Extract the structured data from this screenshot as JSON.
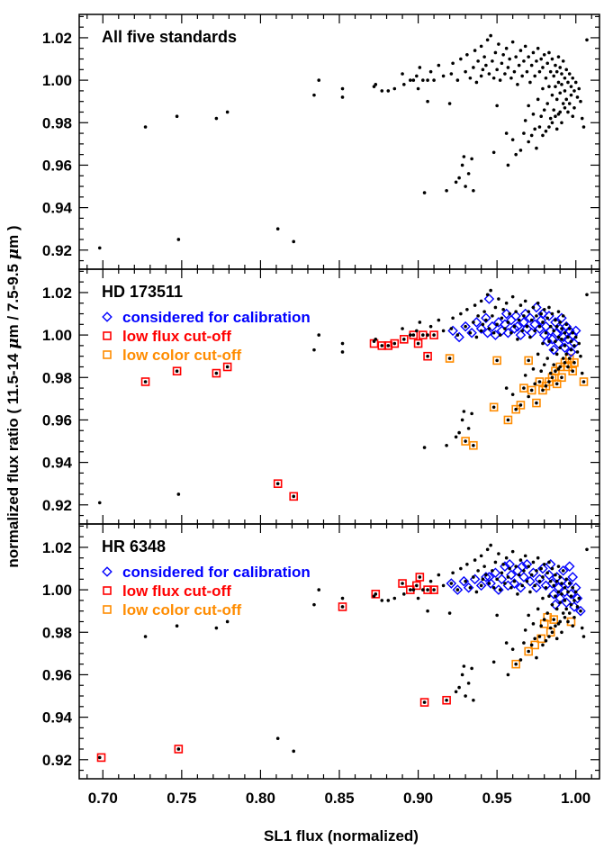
{
  "chart_data": {
    "type": "scatter",
    "x_label": "SL1 flux (normalized)",
    "y_label_parts": [
      "normalized flux ratio ( 11.5-14 ",
      "μ",
      "m / 7.5-9.5 ",
      "μ",
      "m )"
    ],
    "xlim": [
      0.685,
      1.015
    ],
    "ylim": [
      0.911,
      1.031
    ],
    "x_ticks": [
      "0.70",
      "0.75",
      "0.80",
      "0.85",
      "0.90",
      "0.95",
      "1.00"
    ],
    "y_ticks": [
      "0.92",
      "0.94",
      "0.96",
      "0.98",
      "1.00",
      "1.02"
    ],
    "colors": {
      "all": "#000000",
      "considered": "#0000ff",
      "low_flux": "#ff0000",
      "low_color": "#ff8c00"
    },
    "panels": [
      {
        "title": "All five standards",
        "legend": [],
        "considered": [],
        "low_flux": [],
        "low_color": []
      },
      {
        "title": "HD 173511",
        "legend": [
          {
            "marker": "diamond",
            "color_key": "considered",
            "label": "considered for calibration"
          },
          {
            "marker": "square",
            "color_key": "low_flux",
            "label": "low flux cut-off"
          },
          {
            "marker": "square",
            "color_key": "low_color",
            "label": "low color cut-off"
          }
        ],
        "low_flux": [
          [
            0.727,
            0.978
          ],
          [
            0.747,
            0.983
          ],
          [
            0.772,
            0.982
          ],
          [
            0.779,
            0.985
          ],
          [
            0.811,
            0.93
          ],
          [
            0.821,
            0.924
          ],
          [
            0.872,
            0.996
          ],
          [
            0.877,
            0.995
          ],
          [
            0.881,
            0.995
          ],
          [
            0.885,
            0.996
          ],
          [
            0.891,
            0.998
          ],
          [
            0.897,
            1.0
          ],
          [
            0.9,
            0.996
          ],
          [
            0.903,
            1.0
          ],
          [
            0.906,
            0.99
          ],
          [
            0.91,
            1.0
          ]
        ],
        "low_color": [
          [
            0.92,
            0.989
          ],
          [
            0.93,
            0.95
          ],
          [
            0.935,
            0.948
          ],
          [
            0.948,
            0.966
          ],
          [
            0.95,
            0.988
          ],
          [
            0.957,
            0.96
          ],
          [
            0.962,
            0.965
          ],
          [
            0.965,
            0.967
          ],
          [
            0.967,
            0.975
          ],
          [
            0.97,
            0.988
          ],
          [
            0.972,
            0.974
          ],
          [
            0.975,
            0.968
          ],
          [
            0.977,
            0.978
          ],
          [
            0.979,
            0.974
          ],
          [
            0.981,
            0.976
          ],
          [
            0.983,
            0.978
          ],
          [
            0.985,
            0.98
          ],
          [
            0.987,
            0.983
          ],
          [
            0.988,
            0.977
          ],
          [
            0.99,
            0.985
          ],
          [
            0.991,
            0.98
          ],
          [
            0.993,
            0.987
          ],
          [
            0.995,
            0.985
          ],
          [
            0.996,
            0.989
          ],
          [
            0.998,
            0.983
          ],
          [
            0.999,
            0.987
          ],
          [
            1.005,
            0.978
          ]
        ],
        "considered": [
          [
            0.922,
            1.002
          ],
          [
            0.926,
            0.999
          ],
          [
            0.93,
            1.004
          ],
          [
            0.934,
            1.001
          ],
          [
            0.937,
            1.006
          ],
          [
            0.94,
            1.003
          ],
          [
            0.943,
            1.008
          ],
          [
            0.945,
            1.017
          ],
          [
            0.947,
            1.004
          ],
          [
            0.949,
            1.0
          ],
          [
            0.951,
            1.006
          ],
          [
            0.953,
            1.002
          ],
          [
            0.955,
            1.005
          ],
          [
            0.957,
            1.001
          ],
          [
            0.959,
            1.007
          ],
          [
            0.961,
            1.003
          ],
          [
            0.963,
            1.004
          ],
          [
            0.965,
            1.0
          ],
          [
            0.967,
            1.006
          ],
          [
            0.969,
            1.003
          ],
          [
            0.971,
            1.008
          ],
          [
            0.972,
            1.001
          ],
          [
            0.974,
            1.005
          ],
          [
            0.975,
            1.013
          ],
          [
            0.977,
            1.003
          ],
          [
            0.978,
            1.007
          ],
          [
            0.98,
            1.0
          ],
          [
            0.981,
            1.004
          ],
          [
            0.983,
            1.009
          ],
          [
            0.984,
            1.002
          ],
          [
            0.985,
            0.998
          ],
          [
            0.987,
            1.006
          ],
          [
            0.988,
            1.001
          ],
          [
            0.989,
            0.996
          ],
          [
            0.99,
            1.003
          ],
          [
            0.991,
            1.008
          ],
          [
            0.992,
            0.999
          ],
          [
            0.993,
            0.994
          ],
          [
            0.994,
            1.004
          ],
          [
            0.995,
            0.998
          ],
          [
            0.996,
            1.002
          ],
          [
            0.997,
            0.992
          ],
          [
            0.998,
            1.0
          ],
          [
            0.999,
            0.996
          ],
          [
            1.0,
            1.002
          ],
          [
            0.986,
            0.993
          ],
          [
            0.982,
            0.997
          ],
          [
            0.979,
            1.01
          ],
          [
            0.968,
            1.01
          ],
          [
            0.962,
            1.009
          ],
          [
            0.956,
            1.01
          ],
          [
            0.944,
            1.001
          ]
        ]
      },
      {
        "title": "HR 6348",
        "legend": [
          {
            "marker": "diamond",
            "color_key": "considered",
            "label": "considered for calibration"
          },
          {
            "marker": "square",
            "color_key": "low_flux",
            "label": "low flux cut-off"
          },
          {
            "marker": "square",
            "color_key": "low_color",
            "label": "low color cut-off"
          }
        ],
        "low_flux": [
          [
            0.699,
            0.921
          ],
          [
            0.748,
            0.925
          ],
          [
            0.852,
            0.992
          ],
          [
            0.873,
            0.998
          ],
          [
            0.89,
            1.003
          ],
          [
            0.895,
            1.0
          ],
          [
            0.899,
            1.002
          ],
          [
            0.901,
            1.006
          ],
          [
            0.904,
            0.947
          ],
          [
            0.906,
            1.0
          ],
          [
            0.91,
            1.0
          ],
          [
            0.918,
            0.948
          ]
        ],
        "low_color": [
          [
            0.962,
            0.965
          ],
          [
            0.97,
            0.971
          ],
          [
            0.974,
            0.974
          ],
          [
            0.978,
            0.977
          ],
          [
            0.98,
            0.984
          ],
          [
            0.982,
            0.987
          ],
          [
            0.984,
            0.98
          ],
          [
            0.986,
            0.986
          ],
          [
            0.997,
            0.985
          ]
        ],
        "considered": [
          [
            0.921,
            1.003
          ],
          [
            0.925,
            1.0
          ],
          [
            0.929,
            1.004
          ],
          [
            0.932,
            1.001
          ],
          [
            0.936,
            1.005
          ],
          [
            0.94,
            1.002
          ],
          [
            0.943,
            1.006
          ],
          [
            0.946,
            1.003
          ],
          [
            0.949,
            1.008
          ],
          [
            0.951,
            1.0
          ],
          [
            0.953,
            1.005
          ],
          [
            0.955,
            1.011
          ],
          [
            0.957,
            1.002
          ],
          [
            0.959,
            1.007
          ],
          [
            0.961,
            1.003
          ],
          [
            0.963,
            1.009
          ],
          [
            0.965,
            1.001
          ],
          [
            0.967,
            1.006
          ],
          [
            0.969,
            1.012
          ],
          [
            0.971,
            1.004
          ],
          [
            0.973,
            1.008
          ],
          [
            0.975,
            1.001
          ],
          [
            0.977,
            1.005
          ],
          [
            0.979,
            1.01
          ],
          [
            0.981,
            1.002
          ],
          [
            0.983,
            1.007
          ],
          [
            0.985,
            1.003
          ],
          [
            0.986,
            0.998
          ],
          [
            0.988,
            1.006
          ],
          [
            0.989,
            1.001
          ],
          [
            0.99,
            0.996
          ],
          [
            0.991,
            1.004
          ],
          [
            0.992,
            1.009
          ],
          [
            0.993,
            0.999
          ],
          [
            0.994,
            0.994
          ],
          [
            0.995,
            1.003
          ],
          [
            0.996,
            1.011
          ],
          [
            0.997,
            0.998
          ],
          [
            0.998,
            1.006
          ],
          [
            0.999,
            0.992
          ],
          [
            1.0,
            1.001
          ],
          [
            1.001,
            0.996
          ],
          [
            1.003,
            0.99
          ],
          [
            0.987,
            0.993
          ],
          [
            0.984,
            1.012
          ],
          [
            0.966,
            1.011
          ],
          [
            0.958,
            1.012
          ],
          [
            0.945,
            1.006
          ]
        ]
      }
    ],
    "all_points": [
      [
        0.698,
        0.921
      ],
      [
        0.727,
        0.978
      ],
      [
        0.747,
        0.983
      ],
      [
        0.748,
        0.925
      ],
      [
        0.772,
        0.982
      ],
      [
        0.779,
        0.985
      ],
      [
        0.811,
        0.93
      ],
      [
        0.821,
        0.924
      ],
      [
        0.834,
        0.993
      ],
      [
        0.837,
        1.0
      ],
      [
        0.852,
        0.996
      ],
      [
        0.852,
        0.992
      ],
      [
        0.872,
        0.997
      ],
      [
        0.873,
        0.998
      ],
      [
        0.877,
        0.995
      ],
      [
        0.881,
        0.995
      ],
      [
        0.885,
        0.996
      ],
      [
        0.89,
        1.003
      ],
      [
        0.891,
        0.998
      ],
      [
        0.895,
        1.0
      ],
      [
        0.897,
        1.0
      ],
      [
        0.899,
        1.002
      ],
      [
        0.9,
        0.996
      ],
      [
        0.901,
        1.006
      ],
      [
        0.903,
        1.0
      ],
      [
        0.904,
        0.947
      ],
      [
        0.906,
        0.99
      ],
      [
        0.906,
        1.0
      ],
      [
        0.908,
        1.004
      ],
      [
        0.91,
        1.0
      ],
      [
        0.913,
        1.007
      ],
      [
        0.916,
        1.002
      ],
      [
        0.918,
        0.948
      ],
      [
        0.92,
        0.989
      ],
      [
        0.921,
        1.003
      ],
      [
        0.922,
        1.008
      ],
      [
        0.924,
        0.952
      ],
      [
        0.925,
        1.0
      ],
      [
        0.926,
        0.954
      ],
      [
        0.927,
        1.01
      ],
      [
        0.928,
        0.96
      ],
      [
        0.929,
        0.964
      ],
      [
        0.93,
        0.95
      ],
      [
        0.93,
        1.004
      ],
      [
        0.931,
        1.012
      ],
      [
        0.932,
        0.956
      ],
      [
        0.933,
        1.001
      ],
      [
        0.934,
        0.963
      ],
      [
        0.935,
        0.948
      ],
      [
        0.935,
        1.006
      ],
      [
        0.936,
        1.014
      ],
      [
        0.937,
        0.999
      ],
      [
        0.938,
        1.009
      ],
      [
        0.94,
        1.002
      ],
      [
        0.94,
        1.016
      ],
      [
        0.941,
        1.005
      ],
      [
        0.942,
        1.011
      ],
      [
        0.943,
        1.007
      ],
      [
        0.944,
        1.019
      ],
      [
        0.945,
        1.003
      ],
      [
        0.946,
        1.021
      ],
      [
        0.947,
        1.009
      ],
      [
        0.948,
        0.966
      ],
      [
        0.948,
        1.001
      ],
      [
        0.949,
        1.013
      ],
      [
        0.95,
        0.988
      ],
      [
        0.95,
        1.005
      ],
      [
        0.951,
        1.017
      ],
      [
        0.952,
        1.0
      ],
      [
        0.953,
        1.008
      ],
      [
        0.954,
        1.012
      ],
      [
        0.955,
        1.003
      ],
      [
        0.956,
        0.975
      ],
      [
        0.956,
        1.015
      ],
      [
        0.957,
        0.96
      ],
      [
        0.957,
        1.006
      ],
      [
        0.958,
        1.01
      ],
      [
        0.959,
        1.001
      ],
      [
        0.96,
        0.972
      ],
      [
        0.96,
        1.018
      ],
      [
        0.961,
        1.004
      ],
      [
        0.962,
        0.965
      ],
      [
        0.962,
        1.011
      ],
      [
        0.963,
        0.998
      ],
      [
        0.964,
        1.007
      ],
      [
        0.965,
        0.967
      ],
      [
        0.965,
        1.014
      ],
      [
        0.966,
        1.002
      ],
      [
        0.967,
        0.975
      ],
      [
        0.967,
        1.009
      ],
      [
        0.968,
        0.981
      ],
      [
        0.968,
        1.016
      ],
      [
        0.969,
        1.004
      ],
      [
        0.97,
        0.971
      ],
      [
        0.97,
        0.988
      ],
      [
        0.97,
        1.011
      ],
      [
        0.971,
        0.999
      ],
      [
        0.972,
        0.974
      ],
      [
        0.972,
        1.007
      ],
      [
        0.973,
        0.984
      ],
      [
        0.973,
        1.013
      ],
      [
        0.974,
        0.977
      ],
      [
        0.974,
        1.002
      ],
      [
        0.975,
        0.968
      ],
      [
        0.975,
        1.009
      ],
      [
        0.976,
        0.991
      ],
      [
        0.976,
        1.015
      ],
      [
        0.977,
        0.978
      ],
      [
        0.977,
        1.004
      ],
      [
        0.978,
        0.983
      ],
      [
        0.978,
        1.01
      ],
      [
        0.979,
        0.974
      ],
      [
        0.979,
        0.996
      ],
      [
        0.979,
        1.006
      ],
      [
        0.98,
        0.986
      ],
      [
        0.98,
        1.012
      ],
      [
        0.981,
        0.976
      ],
      [
        0.981,
        1.001
      ],
      [
        0.982,
        0.989
      ],
      [
        0.982,
        1.008
      ],
      [
        0.983,
        0.978
      ],
      [
        0.983,
        0.997
      ],
      [
        0.983,
        1.013
      ],
      [
        0.984,
        0.982
      ],
      [
        0.984,
        1.004
      ],
      [
        0.985,
        0.98
      ],
      [
        0.985,
        0.993
      ],
      [
        0.985,
        1.01
      ],
      [
        0.986,
        0.986
      ],
      [
        0.986,
        1.002
      ],
      [
        0.987,
        0.983
      ],
      [
        0.987,
        0.997
      ],
      [
        0.987,
        1.007
      ],
      [
        0.988,
        0.977
      ],
      [
        0.988,
        0.991
      ],
      [
        0.988,
        1.004
      ],
      [
        0.989,
        0.984
      ],
      [
        0.989,
        0.999
      ],
      [
        0.989,
        1.011
      ],
      [
        0.99,
        0.985
      ],
      [
        0.99,
        0.994
      ],
      [
        0.99,
        1.006
      ],
      [
        0.991,
        0.98
      ],
      [
        0.991,
        0.998
      ],
      [
        0.991,
        1.003
      ],
      [
        0.992,
        0.989
      ],
      [
        0.992,
        1.009
      ],
      [
        0.993,
        0.987
      ],
      [
        0.993,
        0.995
      ],
      [
        0.993,
        1.001
      ],
      [
        0.994,
        0.991
      ],
      [
        0.994,
        1.005
      ],
      [
        0.995,
        0.985
      ],
      [
        0.995,
        0.999
      ],
      [
        0.996,
        0.989
      ],
      [
        0.996,
        1.003
      ],
      [
        0.997,
        0.993
      ],
      [
        0.997,
        0.997
      ],
      [
        0.998,
        0.983
      ],
      [
        0.998,
        1.001
      ],
      [
        0.999,
        0.987
      ],
      [
        0.999,
        0.995
      ],
      [
        1.0,
        0.999
      ],
      [
        1.001,
        0.992
      ],
      [
        1.002,
        0.996
      ],
      [
        1.003,
        0.99
      ],
      [
        1.004,
        0.982
      ],
      [
        1.005,
        0.978
      ],
      [
        1.007,
        1.019
      ]
    ]
  }
}
